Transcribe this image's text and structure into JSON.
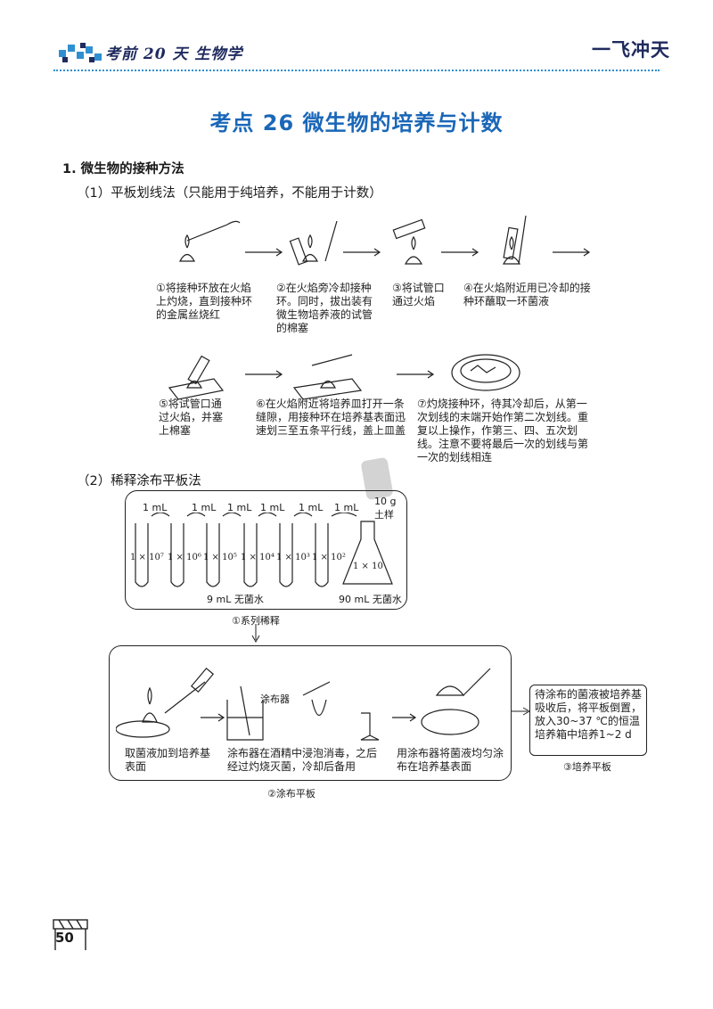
{
  "header": {
    "series": "考前 20 天  生物学",
    "brand": "一飞冲天"
  },
  "title": "考点 26    微生物的培养与计数",
  "section1": {
    "heading": "1. 微生物的接种方法",
    "sub1": "（1）平板划线法（只能用于纯培养，不能用于计数）",
    "steps": [
      "①将接种环放在火焰上灼烧，直到接种环的金属丝烧红",
      "②在火焰旁冷却接种环。同时，拔出装有微生物培养液的试管的棉塞",
      "③将试管口通过火焰",
      "④在火焰附近用已冷却的接种环蘸取一环菌液",
      "⑤将试管口通过火焰，并塞上棉塞",
      "⑥在火焰附近将培养皿打开一条缝隙，用接种环在培养基表面迅速划三至五条平行线，盖上皿盖",
      "⑦灼烧接种环，待其冷却后，从第一次划线的末端开始作第二次划线。重复以上操作，作第三、四、五次划线。注意不要将最后一次的划线与第一次的划线相连"
    ],
    "sub2": "（2）稀释涂布平板法",
    "dilution": {
      "transfer": "1 mL",
      "sample_mass": "10 g",
      "sample_label": "土样",
      "tubes": [
        "1 × 10⁷",
        "1 × 10⁶",
        "1 × 10⁵",
        "1 × 10⁴",
        "1 × 10³",
        "1 × 10²"
      ],
      "flask": "1 × 10",
      "tube_water": "9 mL 无菌水",
      "flask_water": "90 mL 无菌水",
      "caption": "①系列稀释"
    },
    "spread": {
      "tool_label": "涂布器",
      "text_a": "取菌液加到培养基表面",
      "text_b": "涂布器在酒精中浸泡消毒，之后经过灼烧灭菌，冷却后备用",
      "text_c": "用涂布器将菌液均匀涂布在培养基表面",
      "caption": "②涂布平板"
    },
    "culture": {
      "text": "待涂布的菌液被培养基吸收后，将平板倒置，放入30~37 ℃的恒温培养箱中培养1~2 d",
      "caption": "③培养平板"
    }
  },
  "page_number": "50",
  "colors": {
    "title": "#1a67b8",
    "header": "#1f2a5e",
    "accent": "#2f8fd0"
  }
}
